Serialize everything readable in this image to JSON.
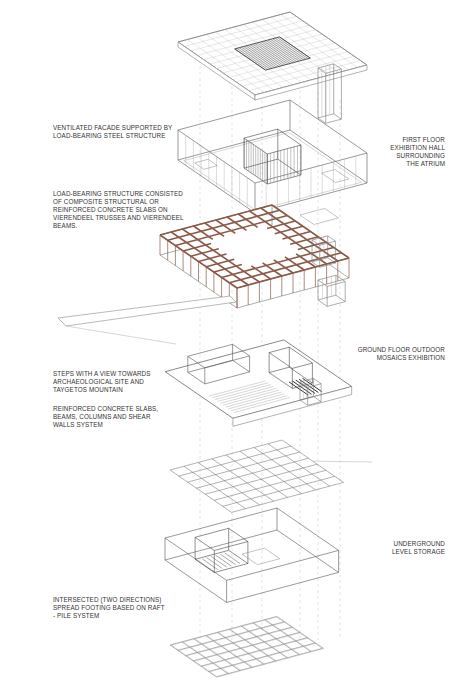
{
  "diagram": {
    "labels": [
      "VENTILATED FACADE SUPPORTED BY LOAD-BEARING STEEL STRUCTURE",
      "LOAD-BEARING STRUCTURE CONSISTED OF COMPOSITE STRUCTURAL OR REINFORCED CONCRETE SLABS ON VIERENDEEL TRUSSES AND VIERENDEEL BEAMS.",
      "STEPS WITH A VIEW TOWARDS ARCHAEOLOGICAL SITE AND TAYGETOS MOUNTAIN",
      "REINFORCED CONCRETE SLABS, BEAMS, COLUMNS AND SHEAR WALLS SYSTEM",
      "INTERSECTED (TWO DIRECTIONS) SPREAD FOOTING BASED ON RAFT - PILE SYSTEM",
      "FIRST FLOOR EXHIBITION HALL SURROUNDING THE ATRIUM",
      "GROUND FLOOR OUTDOOR MOSAICS EXHIBITION",
      "UNDERGROUND LEVEL STORAGE"
    ]
  }
}
